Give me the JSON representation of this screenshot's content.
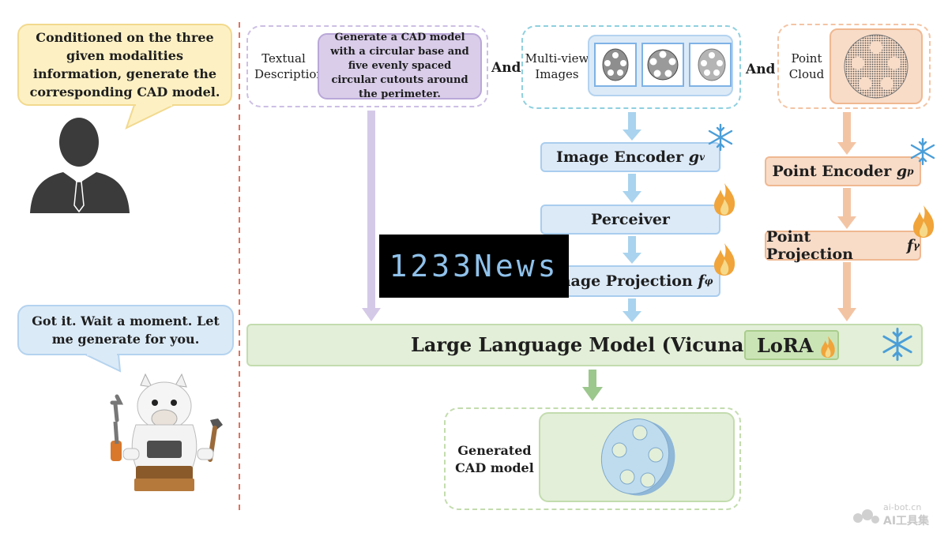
{
  "user_prompt": {
    "text": "Conditioned on the three given modalities information, generate the corresponding CAD model."
  },
  "assistant_reply": {
    "text": "Got it. Wait a moment. Let me generate for you."
  },
  "inputs": {
    "text": {
      "label": "Textual Description",
      "prompt": "Generate a CAD model with a circular base and five evenly spaced circular cutouts around the perimeter."
    },
    "connector_1": "And",
    "images": {
      "label": "Multi-view Images"
    },
    "connector_2": "And",
    "point_cloud": {
      "label": "Point Cloud"
    }
  },
  "modules": {
    "image_encoder": {
      "label": "Image Encoder",
      "symbol": "g",
      "sub": "v",
      "state": "frozen"
    },
    "perceiver": {
      "label": "Perceiver",
      "state": "trainable"
    },
    "image_projection": {
      "label": "Image Projection",
      "symbol": "f",
      "sub": "φ",
      "state": "trainable"
    },
    "point_encoder": {
      "label": "Point Encoder",
      "symbol": "g",
      "sub": "p",
      "state": "frozen"
    },
    "point_projection": {
      "label": "Point Projection",
      "symbol": "f",
      "sub": "γ",
      "state": "trainable"
    },
    "llm": {
      "label": "Large Language Model (Vicuna)",
      "state": "frozen"
    },
    "lora": {
      "label": "LoRA",
      "state": "trainable"
    }
  },
  "output": {
    "label": "Generated CAD model"
  },
  "watermark": {
    "text": "1233News"
  },
  "corner_mark": {
    "line1": "ai-bot.cn",
    "line2": "AI工具集"
  },
  "colors": {
    "text_branch": "#d9cdea",
    "image_branch": "#a9d3ee",
    "point_branch": "#f3c4a4",
    "llm": "#e3efd8",
    "output": "#9cc78d",
    "divider": "#e2725b"
  },
  "icons": [
    "snowflake-icon",
    "flame-icon",
    "user-silhouette-icon",
    "llama-mascot-icon"
  ]
}
